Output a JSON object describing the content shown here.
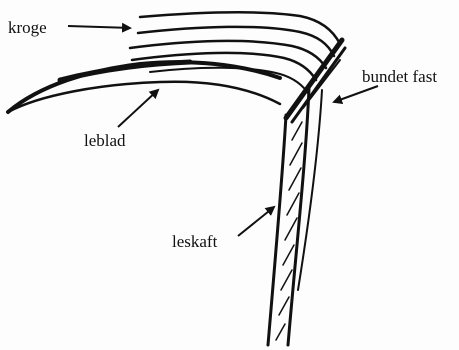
{
  "labels": {
    "kroge": "kroge",
    "leblad": "leblad",
    "bundet_fast": "bundet fast",
    "leskaft": "leskaft"
  },
  "colors": {
    "ink": "#111111",
    "paper": "#fdfdfd"
  }
}
